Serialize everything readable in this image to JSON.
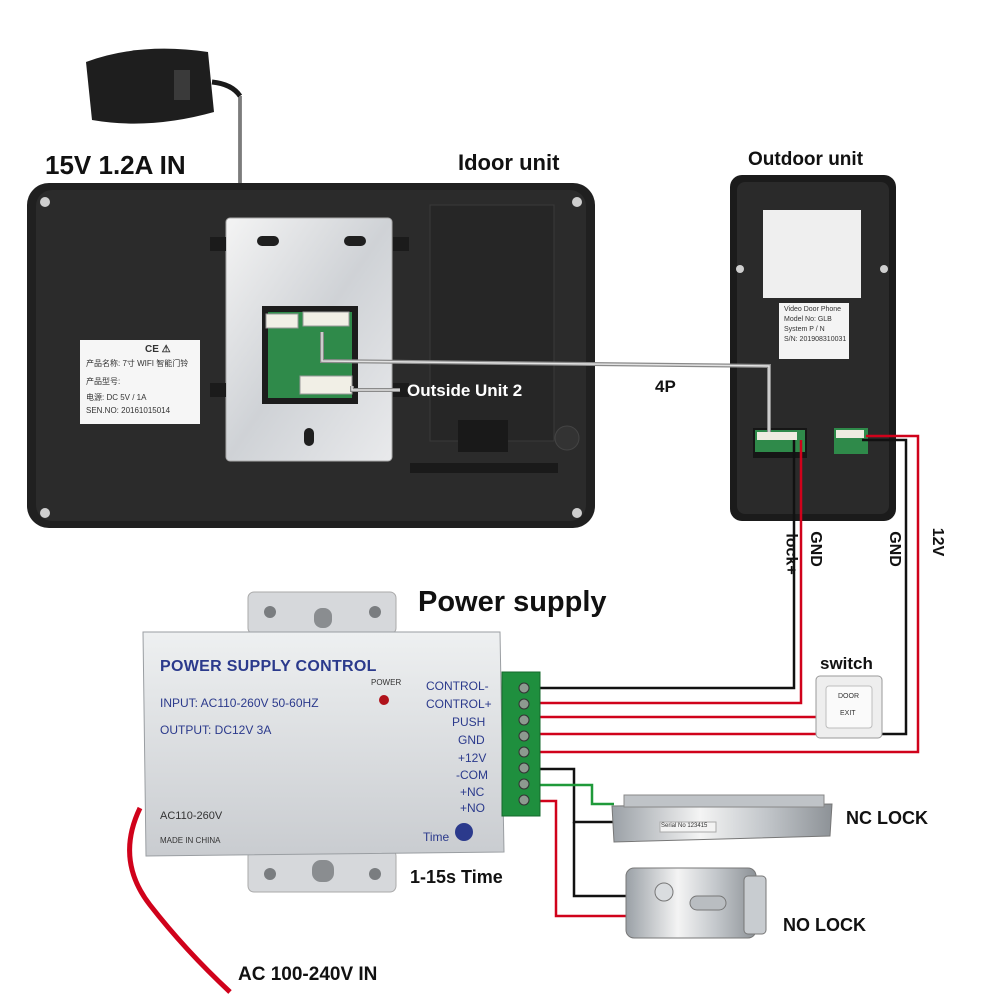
{
  "labels": {
    "adapter_input": "15V 1.2A  IN",
    "indoor_unit": "Idoor unit",
    "outdoor_unit": "Outdoor unit",
    "outside_unit_2": "Outside Unit 2",
    "cable_4p": "4P",
    "power_supply": "Power supply",
    "switch": "switch",
    "nc_lock": "NC LOCK",
    "no_lock": "NO LOCK",
    "time_range": "1-15s Time",
    "ac_input": "AC 100-240V IN",
    "wire_lock_plus": "lock+",
    "wire_gnd_1": "GND",
    "wire_gnd_2": "GND",
    "wire_12v": "12V"
  },
  "indoor_sticker": {
    "line1": "产品名称: 7寸 WIFI 智能门铃",
    "line2": "产品型号:",
    "line3": "电源:     DC  5V / 1A",
    "line4": "SEN.NO:  20161015014",
    "marks": "CE ⚠"
  },
  "outdoor_sticker": {
    "line1": "Video Door Phone",
    "line2": "Model No: GLB",
    "line3": "System P / N",
    "line4": "S/N: 201908310031"
  },
  "power_supply_unit": {
    "title": "POWER SUPPLY CONTROL",
    "input": "INPUT: AC110-260V 50-60HZ",
    "output": "OUTPUT: DC12V  3A",
    "power_led": "POWER",
    "ac_label": "AC110-260V",
    "made_in": "MADE IN CHINA",
    "time_knob": "Time",
    "terminals": [
      "CONTROL-",
      "CONTROL+",
      "PUSH",
      "GND",
      "+12V",
      "-COM",
      "+NC",
      "+NO"
    ]
  },
  "exit_button": {
    "line1": "DOOR",
    "line2": "EXIT"
  },
  "nc_lock_plate": "Serial No 123415",
  "colors": {
    "red_wire": "#d0021b",
    "black_wire": "#111111",
    "green_wire": "#1f9a3a",
    "grey_cable": "#8a8a8a",
    "ps_text": "#2b3a8c"
  }
}
